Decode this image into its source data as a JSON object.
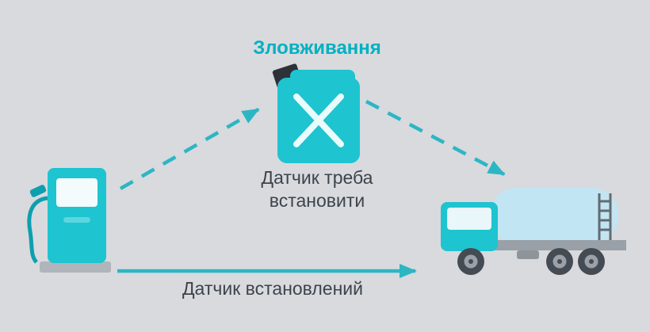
{
  "diagram": {
    "title": "Зловживання",
    "jerrycan_label": {
      "line1": "Датчик треба",
      "line2": "встановити"
    },
    "solid_arrow_label": "Датчик встановлений",
    "icons": {
      "left": "fuel-pump-icon",
      "top": "jerrycan-icon",
      "right": "tanker-truck-icon"
    },
    "colors": {
      "background": "#d8dade",
      "teal": "#1ec4cf",
      "teal_dark": "#0d9fae",
      "title_teal": "#00b1c1",
      "arrow_teal": "#2cb6c4",
      "text_dark": "#3d444c",
      "tank_blue": "#c2e5f3",
      "chassis_gray": "#99a0a7",
      "wheel_dark": "#454b52",
      "wheel_hub": "#9aa1a8",
      "cap_dark": "#2c3237",
      "base_gray": "#b0b5bb",
      "screen_white": "#f4fbfc",
      "window_white": "#e9f6fa"
    }
  }
}
